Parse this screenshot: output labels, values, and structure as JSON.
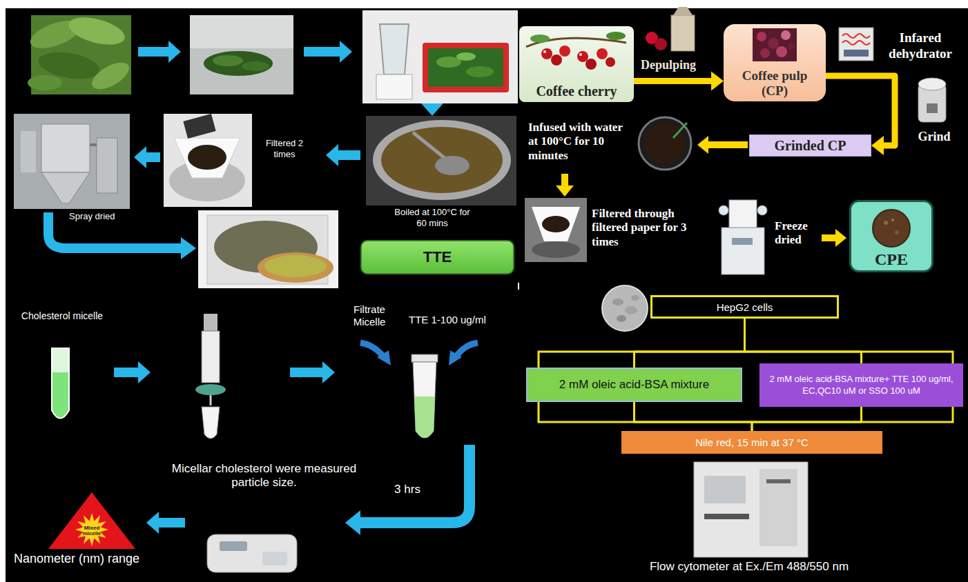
{
  "diagram": {
    "nodes": [
      {
        "text": [
          "TTE"
        ]
      },
      {
        "text": [
          "Coffee cherry"
        ]
      },
      {
        "text": [
          "Coffee pulp (CP)"
        ]
      },
      {
        "text": [
          "Grinded CP"
        ]
      },
      {
        "text": [
          "CPE"
        ]
      },
      {
        "text": [
          "Mixed micelle"
        ]
      },
      {
        "text": [
          "HepG2 cells"
        ]
      },
      {
        "text": [
          "2 mM oleic acid-BSA mixture"
        ]
      },
      {
        "text": [
          "2 mM oleic acid-BSA mixture+ TTE 100 ug/ml, EC,QC10 uM or SSO 100 uM"
        ]
      },
      {
        "text": [
          "Nile red, 15 min at 37 °C"
        ]
      }
    ],
    "edges": [
      {
        "from": 1,
        "to": 2,
        "arrow": "to"
      },
      {
        "from": 2,
        "to": 3,
        "arrow": "to"
      },
      {
        "from": 6,
        "to": 7,
        "arrow": "none"
      },
      {
        "from": 6,
        "to": 8,
        "arrow": "none"
      },
      {
        "from": 7,
        "to": 9,
        "arrow": "none"
      },
      {
        "from": 8,
        "to": 9,
        "arrow": "none"
      }
    ],
    "labels": [
      "Filtered 2 times",
      "Spray dried",
      "Boiled at 100°C for 60 mins",
      "Depulping",
      "Infared dehydrator",
      "Grind",
      "Infused with water at 100°C for 10 minutes",
      "Filtered through filtered paper for 3 times",
      "Freeze dried",
      "Cholesterol micelle",
      "Filtrate Micelle",
      "TTE 1-100 ug/ml",
      "Micellar cholesterol were measured particle size.",
      "3 hrs",
      "Nanometer (nm) range",
      "Flow cytometer at Ex./Em 488/550 nm"
    ]
  }
}
